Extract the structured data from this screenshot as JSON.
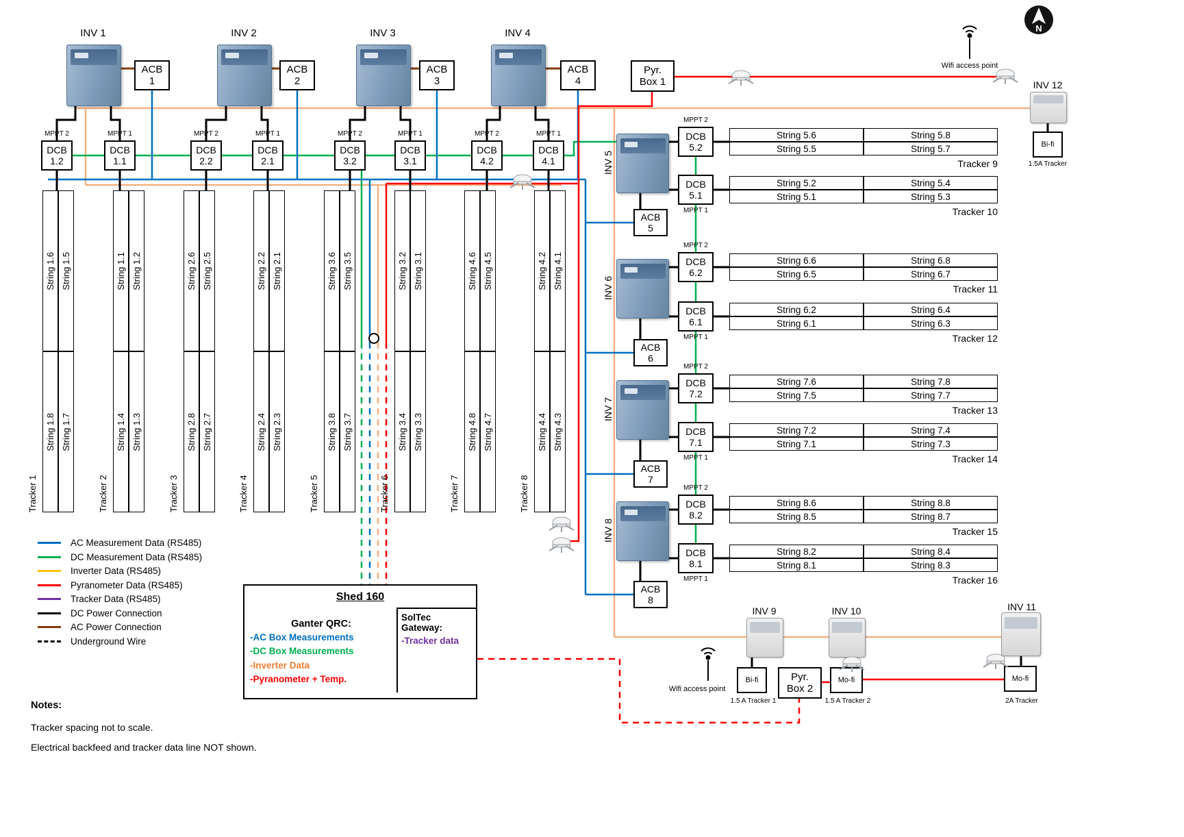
{
  "colors": {
    "ac_blue": "#0070C0",
    "dc_green": "#00B050",
    "inv_orange": "#F4B183",
    "inv_yellow": "#FFC000",
    "pyr_red": "#FF0000",
    "trk_purple": "#7030A0",
    "dc_black": "#000000",
    "ac_brown": "#843C0C"
  },
  "compass_label": "N",
  "wifi": {
    "top": "Wifi access point",
    "bottom": "Wifi access point"
  },
  "top_section": {
    "inverters": [
      {
        "label": "INV 1"
      },
      {
        "label": "INV 2"
      },
      {
        "label": "INV 3"
      },
      {
        "label": "INV 4"
      }
    ],
    "acbs": [
      {
        "l1": "ACB",
        "l2": "1"
      },
      {
        "l1": "ACB",
        "l2": "2"
      },
      {
        "l1": "ACB",
        "l2": "3"
      },
      {
        "l1": "ACB",
        "l2": "4"
      }
    ],
    "pyr_box1": {
      "l1": "Pyr.",
      "l2": "Box 1"
    },
    "dcbs": [
      {
        "mppt": "MPPT 2",
        "l1": "DCB",
        "l2": "1.2"
      },
      {
        "mppt": "MPPT 1",
        "l1": "DCB",
        "l2": "1.1"
      },
      {
        "mppt": "MPPT 2",
        "l1": "DCB",
        "l2": "2.2"
      },
      {
        "mppt": "MPPT 1",
        "l1": "DCB",
        "l2": "2.1"
      },
      {
        "mppt": "MPPT 2",
        "l1": "DCB",
        "l2": "3.2"
      },
      {
        "mppt": "MPPT 1",
        "l1": "DCB",
        "l2": "3.1"
      },
      {
        "mppt": "MPPT 2",
        "l1": "DCB",
        "l2": "4.2"
      },
      {
        "mppt": "MPPT 1",
        "l1": "DCB",
        "l2": "4.1"
      }
    ]
  },
  "left_trackers": [
    {
      "label": "Tracker 1",
      "top": [
        "String 1.6",
        "String 1.5"
      ],
      "bottom": [
        "String 1.8",
        "String 1.7"
      ]
    },
    {
      "label": "Tracker 2",
      "top": [
        "String 1.1",
        "String 1.2"
      ],
      "bottom": [
        "String 1.4",
        "String 1.3"
      ]
    },
    {
      "label": "Tracker 3",
      "top": [
        "String 2.6",
        "String 2.5"
      ],
      "bottom": [
        "String 2.8",
        "String 2.7"
      ]
    },
    {
      "label": "Tracker 4",
      "top": [
        "String 2.2",
        "String 2.1"
      ],
      "bottom": [
        "String 2.4",
        "String 2.3"
      ]
    },
    {
      "label": "Tracker 5",
      "top": [
        "String 3.6",
        "String 3.5"
      ],
      "bottom": [
        "String 3.8",
        "String 3.7"
      ]
    },
    {
      "label": "Tracker 6",
      "top": [
        "String 3.2",
        "String 3.1"
      ],
      "bottom": [
        "String 3.4",
        "String 3.3"
      ]
    },
    {
      "label": "Tracker 7",
      "top": [
        "String 4.6",
        "String 4.5"
      ],
      "bottom": [
        "String 4.8",
        "String 4.7"
      ]
    },
    {
      "label": "Tracker 8",
      "top": [
        "String 4.2",
        "String 4.1"
      ],
      "bottom": [
        "String 4.4",
        "String 4.3"
      ]
    }
  ],
  "right_units": [
    {
      "inv": "INV 5",
      "mppt_top": "MPPT 2",
      "dcb_top": {
        "l1": "DCB",
        "l2": "5.2"
      },
      "mppt_bottom": "MPPT 1",
      "dcb_bottom": {
        "l1": "DCB",
        "l2": "5.1"
      },
      "acb": {
        "l1": "ACB",
        "l2": "5"
      }
    },
    {
      "inv": "INV 6",
      "mppt_top": "MPPT 2",
      "dcb_top": {
        "l1": "DCB",
        "l2": "6.2"
      },
      "mppt_bottom": "MPPT 1",
      "dcb_bottom": {
        "l1": "DCB",
        "l2": "6.1"
      },
      "acb": {
        "l1": "ACB",
        "l2": "6"
      }
    },
    {
      "inv": "INV 7",
      "mppt_top": "MPPT 2",
      "dcb_top": {
        "l1": "DCB",
        "l2": "7.2"
      },
      "mppt_bottom": "MPPT 1",
      "dcb_bottom": {
        "l1": "DCB",
        "l2": "7.1"
      },
      "acb": {
        "l1": "ACB",
        "l2": "7"
      }
    },
    {
      "inv": "INV 8",
      "mppt_top": "MPPT 2",
      "dcb_top": {
        "l1": "DCB",
        "l2": "8.2"
      },
      "mppt_bottom": "MPPT 1",
      "dcb_bottom": {
        "l1": "DCB",
        "l2": "8.1"
      },
      "acb": {
        "l1": "ACB",
        "l2": "8"
      }
    }
  ],
  "right_trackers": [
    {
      "label": "Tracker 9",
      "cells": [
        [
          "String 5.6",
          "String 5.8"
        ],
        [
          "String 5.5",
          "String 5.7"
        ]
      ]
    },
    {
      "label": "Tracker 10",
      "cells": [
        [
          "String 5.2",
          "String 5.4"
        ],
        [
          "String 5.1",
          "String 5.3"
        ]
      ]
    },
    {
      "label": "Tracker 11",
      "cells": [
        [
          "String 6.6",
          "String 6.8"
        ],
        [
          "String 6.5",
          "String 6.7"
        ]
      ]
    },
    {
      "label": "Tracker 12",
      "cells": [
        [
          "String 6.2",
          "String 6.4"
        ],
        [
          "String 6.1",
          "String 6.3"
        ]
      ]
    },
    {
      "label": "Tracker 13",
      "cells": [
        [
          "String 7.6",
          "String 7.8"
        ],
        [
          "String 7.5",
          "String 7.7"
        ]
      ]
    },
    {
      "label": "Tracker 14",
      "cells": [
        [
          "String 7.2",
          "String 7.4"
        ],
        [
          "String 7.1",
          "String 7.3"
        ]
      ]
    },
    {
      "label": "Tracker 15",
      "cells": [
        [
          "String 8.6",
          "String 8.8"
        ],
        [
          "String 8.5",
          "String 8.7"
        ]
      ]
    },
    {
      "label": "Tracker 16",
      "cells": [
        [
          "String 8.2",
          "String 8.4"
        ],
        [
          "String 8.1",
          "String 8.3"
        ]
      ]
    }
  ],
  "bottom_units": [
    {
      "label": "INV 9",
      "box": "Bi-fi",
      "sub": "1.5 A Tracker 1"
    },
    {
      "label": "INV 10",
      "box": "Mo-fi",
      "sub": "1.5 A Tracker 2"
    },
    {
      "label": "INV 11",
      "box": "Mo-fi",
      "sub": "2A Tracker"
    }
  ],
  "pyr_box2": {
    "l1": "Pyr.",
    "l2": "Box 2"
  },
  "inv12": {
    "label": "INV 12",
    "box": "Bi-fi",
    "sub": "1.5A Tracker"
  },
  "legend": {
    "items": [
      {
        "label": "AC Measurement Data (RS485)",
        "color": "#0070C0",
        "dashed": false
      },
      {
        "label": "DC Measurement Data (RS485)",
        "color": "#00B050",
        "dashed": false
      },
      {
        "label": "Inverter Data (RS485)",
        "color": "#FFC000",
        "dashed": false
      },
      {
        "label": "Pyranometer Data (RS485)",
        "color": "#FF0000",
        "dashed": false
      },
      {
        "label": "Tracker Data (RS485)",
        "color": "#7030A0",
        "dashed": false
      },
      {
        "label": "DC Power Connection",
        "color": "#000000",
        "dashed": false
      },
      {
        "label": "AC Power Connection",
        "color": "#843C0C",
        "dashed": false
      },
      {
        "label": "Underground Wire",
        "color": "#000000",
        "dashed": true
      }
    ]
  },
  "shed": {
    "title": "Shed 160",
    "left_title": "Ganter QRC:",
    "left_items": [
      {
        "text": "-AC Box Measurements",
        "color": "#0070C0"
      },
      {
        "text": "-DC Box Measurements",
        "color": "#00B050"
      },
      {
        "text": "-Inverter Data",
        "color": "#ED7D31"
      },
      {
        "text": "-Pyranometer + Temp.",
        "color": "#FF0000"
      }
    ],
    "right_title": "SolTec Gateway:",
    "right_items": [
      {
        "text": "-Tracker data",
        "color": "#7030A0"
      }
    ]
  },
  "notes": {
    "title": "Notes:",
    "lines": [
      "Tracker spacing not to scale.",
      "Electrical backfeed and tracker data line NOT shown."
    ]
  }
}
